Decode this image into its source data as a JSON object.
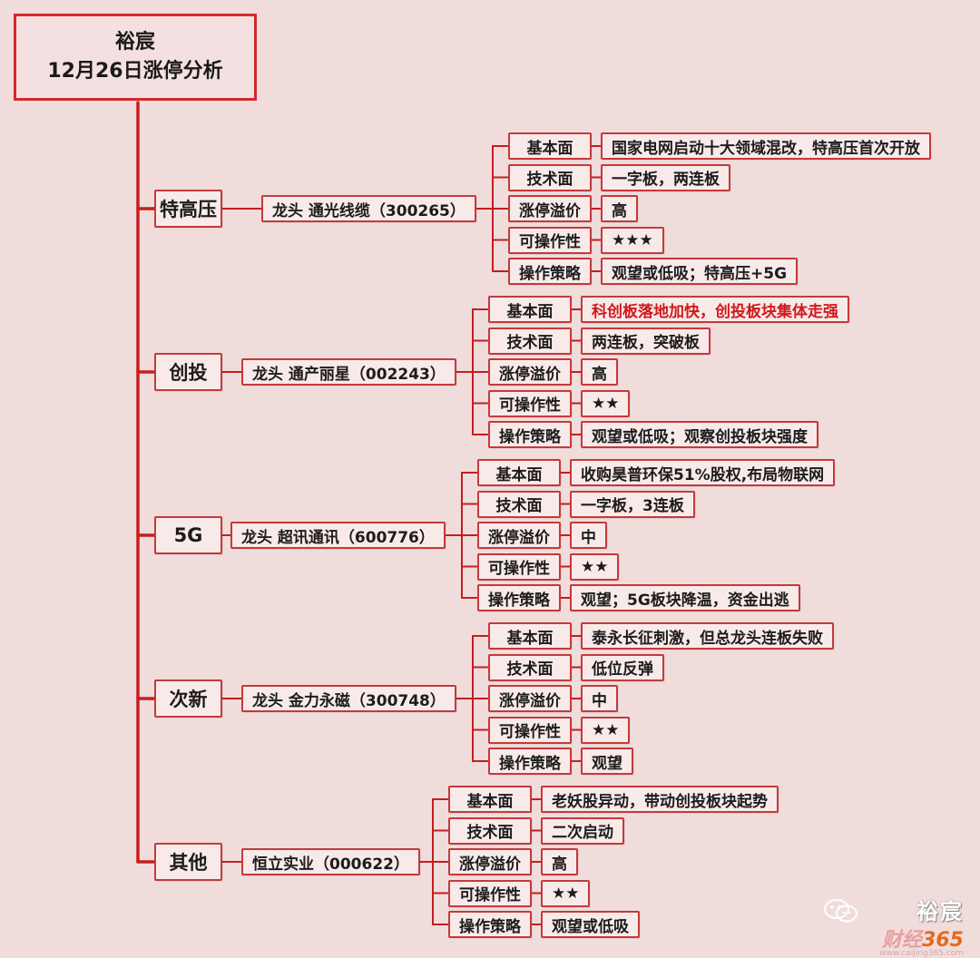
{
  "title": {
    "line1": "裕宸",
    "line2": "12月26日涨停分析"
  },
  "branches": [
    {
      "category": "特高压",
      "leader": "龙头 通光线缆（300265）",
      "items": [
        {
          "attr": "基本面",
          "value": "国家电网启动十大领域混改，特高压首次开放"
        },
        {
          "attr": "技术面",
          "value": "一字板，两连板"
        },
        {
          "attr": "涨停溢价",
          "value": "高"
        },
        {
          "attr": "可操作性",
          "value": "★★★"
        },
        {
          "attr": "操作策略",
          "value": "观望或低吸；特高压+5G"
        }
      ]
    },
    {
      "category": "创投",
      "leader": "龙头 通产丽星（002243）",
      "items": [
        {
          "attr": "基本面",
          "value": "科创板落地加快，创投板块集体走强",
          "highlight": true
        },
        {
          "attr": "技术面",
          "value": "两连板，突破板"
        },
        {
          "attr": "涨停溢价",
          "value": "高"
        },
        {
          "attr": "可操作性",
          "value": "★★"
        },
        {
          "attr": "操作策略",
          "value": "观望或低吸；观察创投板块强度"
        }
      ]
    },
    {
      "category": "5G",
      "leader": "龙头 超讯通讯（600776）",
      "items": [
        {
          "attr": "基本面",
          "value": "收购昊普环保51%股权,布局物联网"
        },
        {
          "attr": "技术面",
          "value": "一字板，3连板"
        },
        {
          "attr": "涨停溢价",
          "value": "中"
        },
        {
          "attr": "可操作性",
          "value": "★★"
        },
        {
          "attr": "操作策略",
          "value": "观望；5G板块降温，资金出逃"
        }
      ]
    },
    {
      "category": "次新",
      "leader": "龙头 金力永磁（300748）",
      "items": [
        {
          "attr": "基本面",
          "value": "泰永长征刺激，但总龙头连板失败"
        },
        {
          "attr": "技术面",
          "value": "低位反弹"
        },
        {
          "attr": "涨停溢价",
          "value": "中"
        },
        {
          "attr": "可操作性",
          "value": "★★"
        },
        {
          "attr": "操作策略",
          "value": "观望"
        }
      ]
    },
    {
      "category": "其他",
      "leader": "恒立实业（000622）",
      "items": [
        {
          "attr": "基本面",
          "value": "老妖股异动，带动创投板块起势"
        },
        {
          "attr": "技术面",
          "value": "二次启动"
        },
        {
          "attr": "涨停溢价",
          "value": "高"
        },
        {
          "attr": "可操作性",
          "value": "★★"
        },
        {
          "attr": "操作策略",
          "value": "观望或低吸"
        }
      ]
    }
  ],
  "watermark": {
    "name": "裕宸",
    "site_prefix": "财经",
    "site_num": "365",
    "url": "www.caijing365.com"
  },
  "colors": {
    "background": "#f1dcdc",
    "line": "#c41e1e",
    "border": "#c43a3a",
    "highlight_text": "#d0191d"
  }
}
